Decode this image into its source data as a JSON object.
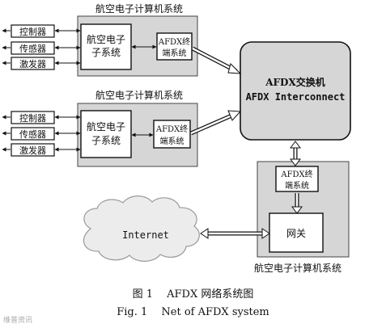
{
  "subsystems": [
    {
      "title": "航空电子计算机系统",
      "devices": [
        "控制器",
        "传感器",
        "激发器"
      ],
      "avionics": [
        "航空电子",
        "子系统"
      ],
      "end_system": [
        "AFDX终",
        "端系统"
      ]
    },
    {
      "title": "航空电子计算机系统",
      "devices": [
        "控制器",
        "传感器",
        "激发器"
      ],
      "avionics": [
        "航空电子",
        "子系统"
      ],
      "end_system": [
        "AFDX终",
        "端系统"
      ]
    }
  ],
  "switch": {
    "line1": "AFDX交换机",
    "line2": "AFDX Interconnect"
  },
  "gateway_system": {
    "end_system": [
      "AFDX终",
      "端系统"
    ],
    "gateway": "网关",
    "title": "航空电子计算机系统"
  },
  "cloud": {
    "label": "Internet"
  },
  "caption": {
    "zh": "图 1　 AFDX 网络系统图",
    "en": "Fig. 1　 Net of AFDX system"
  },
  "watermark": "维普资讯"
}
